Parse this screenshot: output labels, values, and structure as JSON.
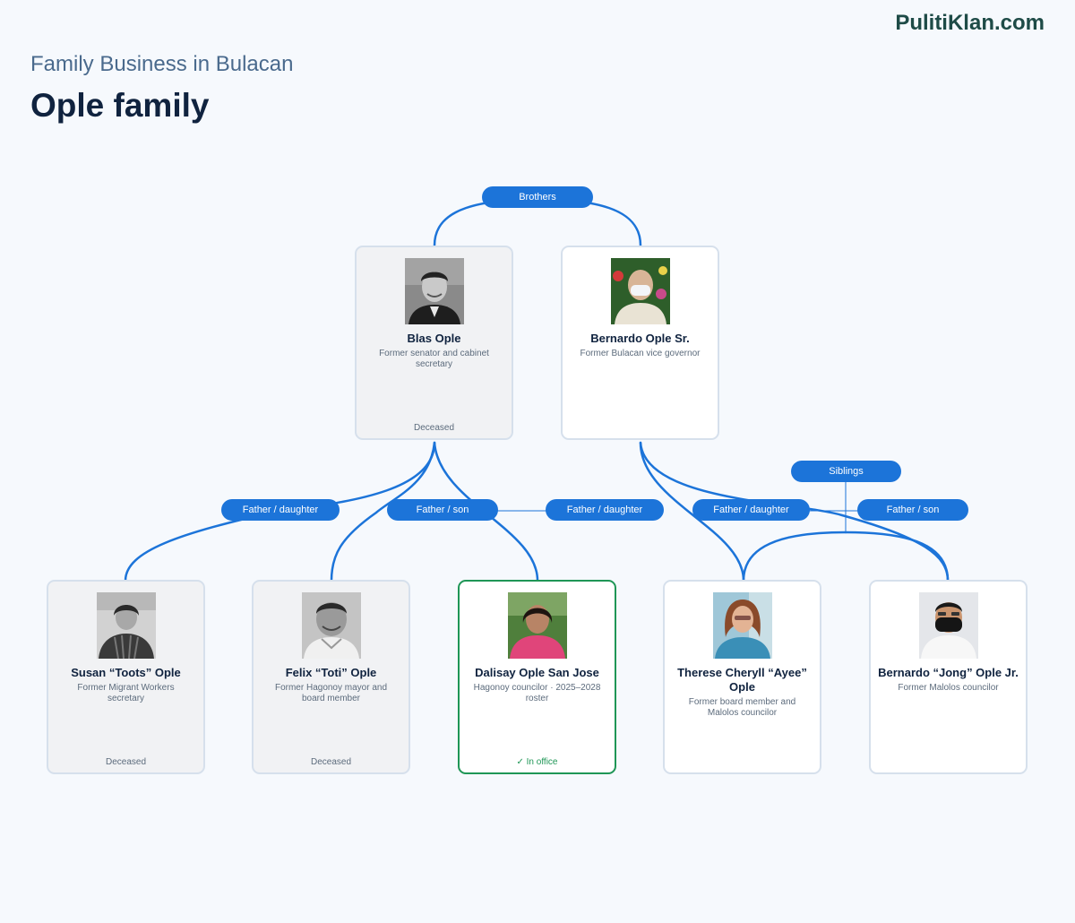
{
  "header": {
    "brand": "PulitiKlan.com",
    "subtitle": "Family Business in Bulacan",
    "title": "Ople family"
  },
  "relations": {
    "brothers": "Brothers",
    "siblings": "Siblings",
    "blas_susan": "Father / daughter",
    "blas_felix": "Father / son",
    "blas_dalisay": "Father / daughter",
    "bernardo_therese": "Father / daughter",
    "bernardo_jong": "Father / son"
  },
  "people": {
    "blas": {
      "name": "Blas Ople",
      "role": "Former senator and cabinet secretary",
      "status": "Deceased"
    },
    "bernardo_sr": {
      "name": "Bernardo Ople Sr.",
      "role": "Former Bulacan vice governor",
      "status": ""
    },
    "susan": {
      "name": "Susan “Toots” Ople",
      "role": "Former Migrant Workers secretary",
      "status": "Deceased"
    },
    "felix": {
      "name": "Felix “Toti” Ople",
      "role": "Former Hagonoy mayor and board member",
      "status": "Deceased"
    },
    "dalisay": {
      "name": "Dalisay Ople San Jose",
      "role": "Hagonoy councilor · 2025–2028 roster",
      "status": "✓ In office"
    },
    "therese": {
      "name": "Therese Cheryll “Ayee” Ople",
      "role": "Former board member and Malolos councilor",
      "status": ""
    },
    "jong": {
      "name": "Bernardo “Jong” Ople Jr.",
      "role": "Former Malolos councilor",
      "status": ""
    }
  },
  "colors": {
    "link": "#1c74d9",
    "active_border": "#1f9656",
    "card_border": "#d6e0ec",
    "title": "#10233f",
    "brand": "#1e4b47"
  }
}
